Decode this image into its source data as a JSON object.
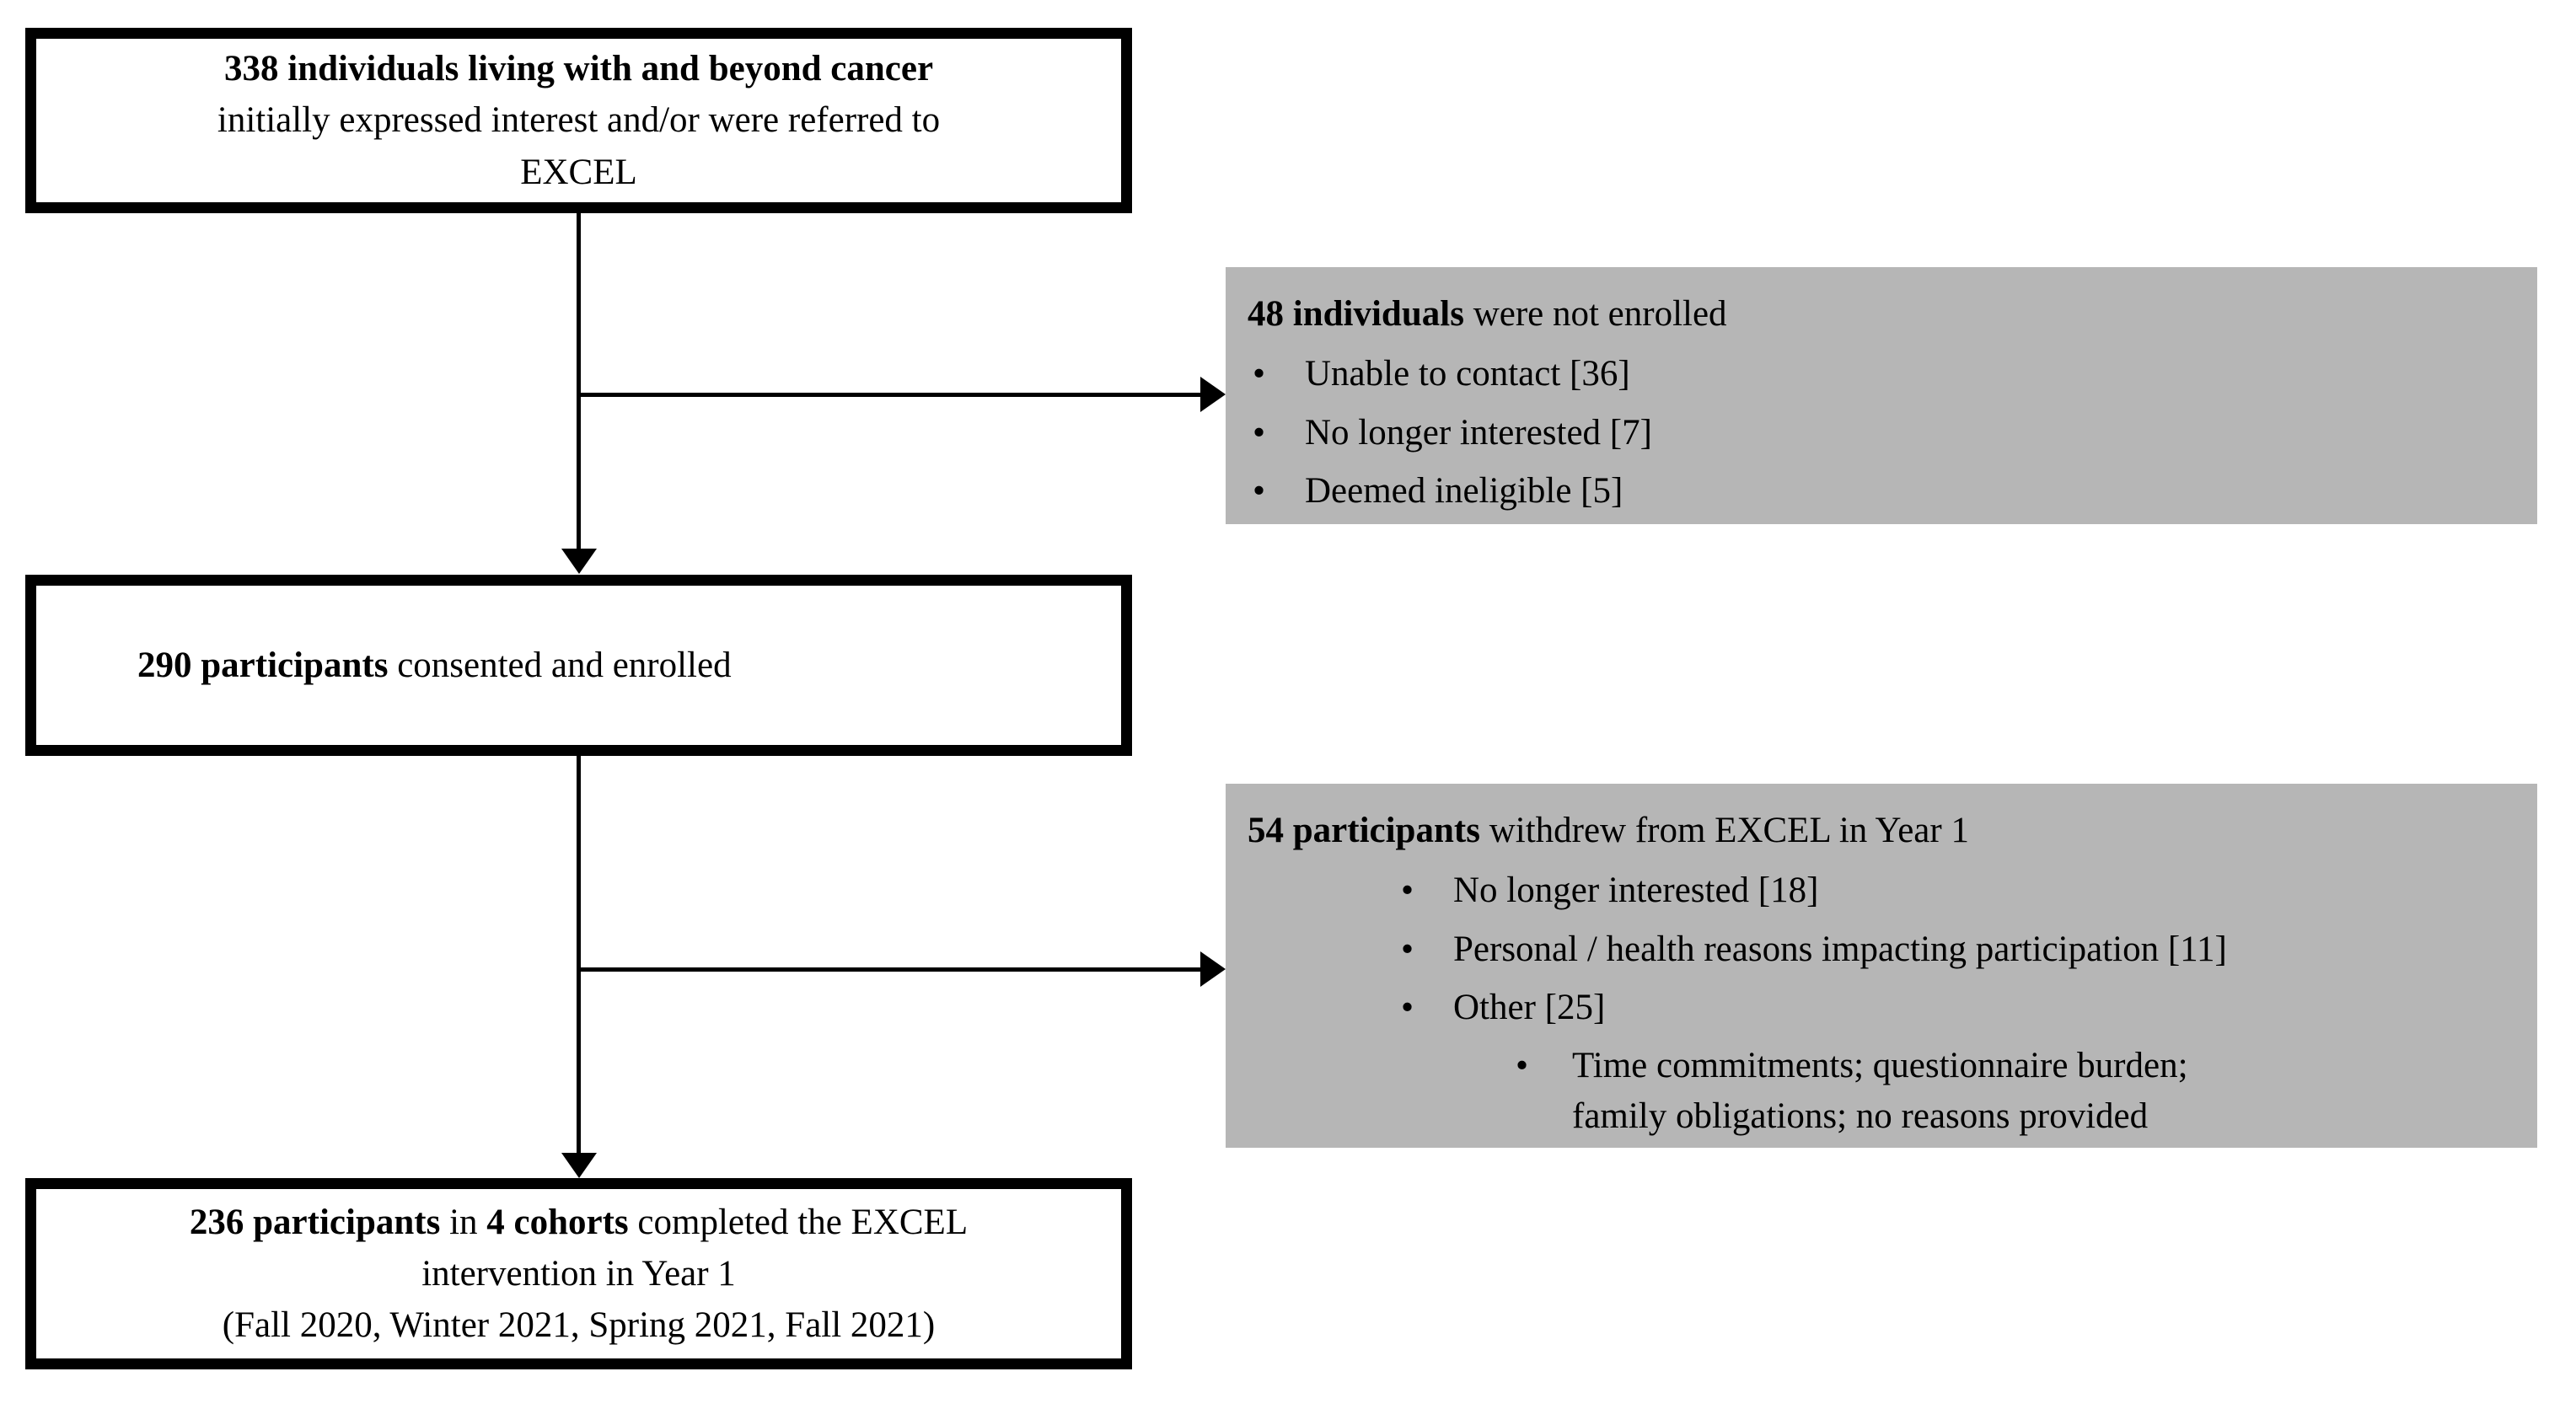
{
  "diagram": {
    "type": "flowchart",
    "title": "EXCEL participant flow (CONSORT-style)",
    "colors": {
      "box_border": "#000000",
      "box_fill": "#ffffff",
      "panel_fill": "#b6b6b6",
      "text": "#000000",
      "connector": "#000000"
    },
    "nodes": [
      {
        "id": "screened",
        "kind": "process-box",
        "count": "338",
        "lines": [
          {
            "bold": "338 individuals living with and beyond cancer",
            "normal": ""
          },
          {
            "bold": "",
            "normal": "initially expressed interest and/or were referred to"
          },
          {
            "bold": "",
            "normal": "EXCEL"
          }
        ]
      },
      {
        "id": "enrolled",
        "kind": "process-box",
        "count": "290",
        "lines": [
          {
            "bold": "290 participants",
            "normal": " consented and enrolled"
          }
        ]
      },
      {
        "id": "completed",
        "kind": "process-box",
        "count": "236",
        "lines": [
          {
            "bold": "236 participants",
            "normal": " in "
          },
          {
            "bold": "4 cohorts",
            "normal": " completed the EXCEL"
          },
          {
            "bold": "",
            "normal": "intervention in Year 1"
          },
          {
            "bold": "",
            "normal": "(Fall 2020, Winter 2021, Spring 2021, Fall 2021)"
          }
        ],
        "line1_bold_a": "236 participants",
        "line1_mid": " in ",
        "line1_bold_b": "4 cohorts",
        "line1_tail": " completed the EXCEL",
        "line2": "intervention in Year 1",
        "line3": "(Fall 2020, Winter 2021, Spring 2021, Fall 2021)"
      }
    ],
    "exclusions": [
      {
        "id": "not-enrolled",
        "kind": "grey-panel",
        "count": "48",
        "head_bold": "48 individuals",
        "head_normal": " were not enrolled",
        "bullet_glyph": "•",
        "items": [
          {
            "label": "Unable to contact [36]",
            "value": 36
          },
          {
            "label": "No longer interested [7]",
            "value": 7
          },
          {
            "label": "Deemed ineligible [5]",
            "value": 5
          }
        ]
      },
      {
        "id": "withdrew",
        "kind": "grey-panel",
        "count": "54",
        "head_bold": "54 participants",
        "head_normal": " withdrew from EXCEL in Year 1",
        "bullet_glyph": "•",
        "items": [
          {
            "label": "No longer interested [18]",
            "value": 18
          },
          {
            "label": "Personal / health reasons impacting participation [11]",
            "value": 11
          },
          {
            "label": "Other [25]",
            "value": 25
          }
        ],
        "subitem": {
          "line1": "Time commitments; questionnaire burden;",
          "line2": "family obligations; no reasons provided"
        }
      }
    ],
    "connectors": [
      {
        "id": "screened-to-enrolled",
        "from": "screened",
        "to": "enrolled",
        "style": "arrow-down"
      },
      {
        "id": "screened-to-not-enrolled",
        "from": "screened",
        "to": "not-enrolled",
        "style": "arrow-right"
      },
      {
        "id": "enrolled-to-completed",
        "from": "enrolled",
        "to": "completed",
        "style": "arrow-down"
      },
      {
        "id": "enrolled-to-withdrew",
        "from": "enrolled",
        "to": "withdrew",
        "style": "arrow-right"
      }
    ]
  }
}
